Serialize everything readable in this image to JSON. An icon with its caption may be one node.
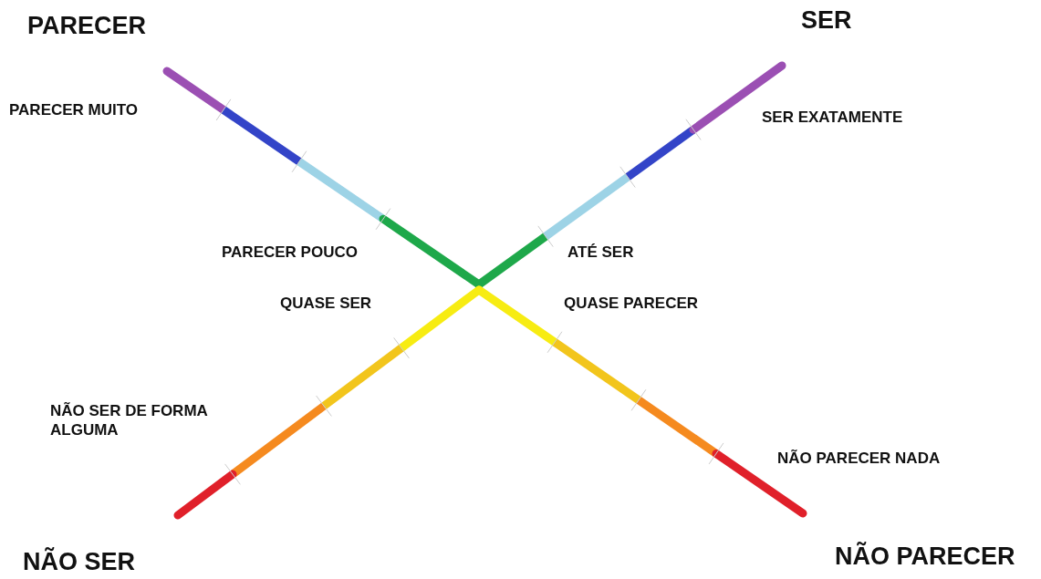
{
  "diagram": {
    "labels": [
      "PARECER",
      "SER",
      "PARECER MUITO",
      "SER EXATAMENTE",
      "PARECER POUCO",
      "ATÉ SER",
      "QUASE SER",
      "QUASE PARECER",
      "NÃO SER DE FORMA ALGUMA",
      "NÃO PARECER NADA",
      "NÃO SER",
      "NÃO PARECER"
    ]
  }
}
